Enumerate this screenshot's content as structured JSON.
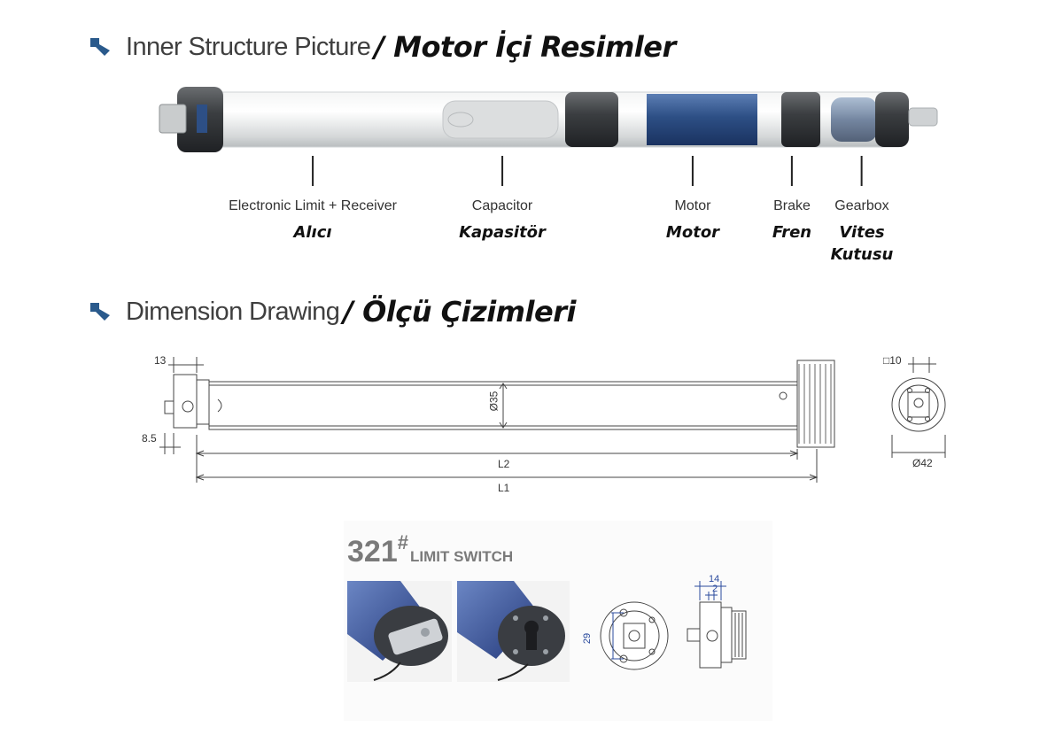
{
  "sections": {
    "inner": {
      "title_en": "Inner Structure Picture",
      "title_tr": "/ Motor İçi Resimler"
    },
    "dimension": {
      "title_en": "Dimension Drawing",
      "title_tr": "/ Ölçü Çizimleri"
    }
  },
  "components": [
    {
      "en": "Electronic Limit + Receiver",
      "tr": "Alıcı"
    },
    {
      "en": "Capacitor",
      "tr": "Kapasitör"
    },
    {
      "en": "Motor",
      "tr": "Motor"
    },
    {
      "en": "Brake",
      "tr": "Fren"
    },
    {
      "en": "Gearbox",
      "tr": "Vites",
      "tr2": "Kutusu"
    }
  ],
  "dimensions": {
    "d13": "13",
    "d85": "8.5",
    "d35": "Ø35",
    "l2": "L2",
    "l1": "L1",
    "sq10": "□10",
    "d42": "Ø42"
  },
  "limit_switch": {
    "number": "321",
    "hash": "#",
    "label": "LIMIT SWITCH",
    "dim_29": "29",
    "dim_14": "14",
    "dim_2": "2"
  },
  "colors": {
    "arrow": "#2a5a8c",
    "motor_blue": "#2d4f85",
    "tube": "#e6e8e8"
  }
}
